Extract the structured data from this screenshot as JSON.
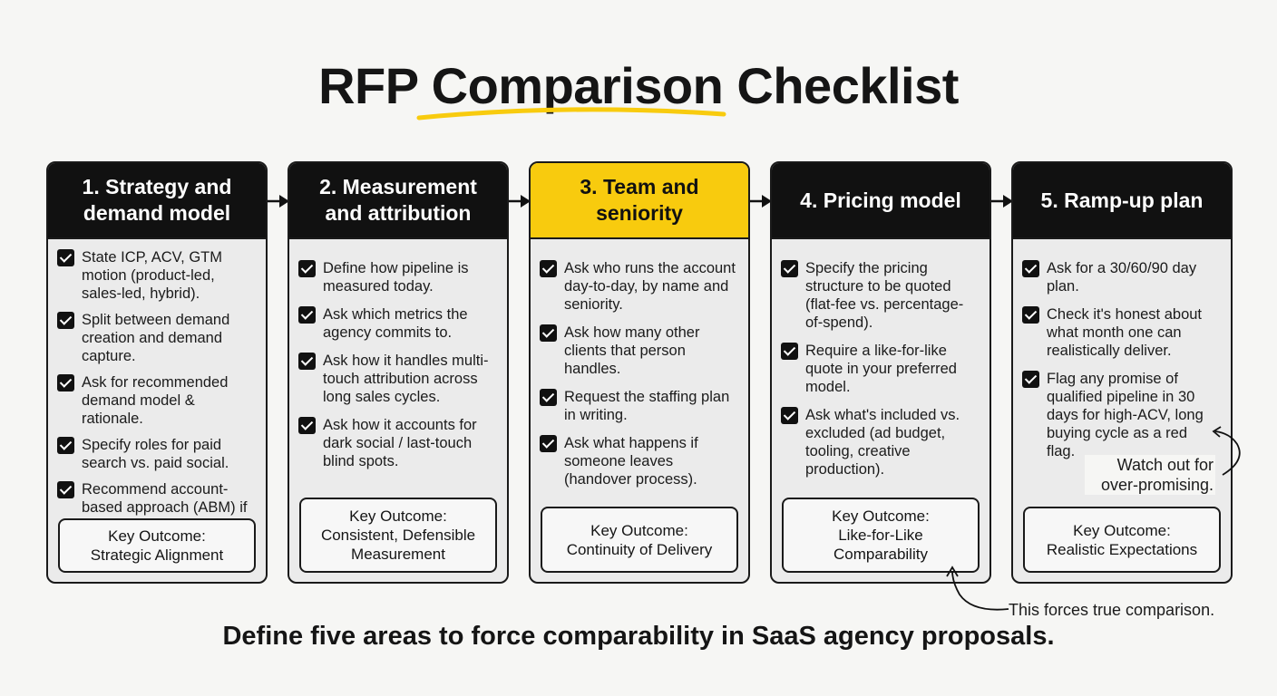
{
  "title": "RFP Comparison Checklist",
  "cards": [
    {
      "heading": "1. Strategy and demand model",
      "items": [
        "State ICP, ACV, GTM motion (product-led, sales-led, hybrid).",
        "Split between demand creation and demand capture.",
        "Ask for recommended demand model & rationale.",
        "Specify roles for paid search vs. paid social.",
        "Recommend account-based approach (ABM) if relevant."
      ],
      "outcome_label": "Key Outcome:",
      "outcome_value": "Strategic Alignment"
    },
    {
      "heading": "2. Measurement and attribution",
      "items": [
        "Define how pipeline is measured today.",
        "Ask which metrics the agency commits to.",
        "Ask how it handles multi-touch attribution across long sales cycles.",
        "Ask how it accounts for dark social / last-touch blind spots."
      ],
      "outcome_label": "Key Outcome:",
      "outcome_value": "Consistent, Defensible Measurement"
    },
    {
      "heading": "3. Team and seniority",
      "items": [
        "Ask who runs the account day-to-day, by name and seniority.",
        "Ask how many other clients that person handles.",
        "Request the staffing plan in writing.",
        "Ask what happens if someone leaves (handover process)."
      ],
      "outcome_label": "Key Outcome:",
      "outcome_value": "Continuity of Delivery"
    },
    {
      "heading": "4. Pricing model",
      "items": [
        "Specify the pricing structure to be quoted (flat-fee vs. percentage-of-spend).",
        "Require a like-for-like quote in your preferred model.",
        "Ask what's included vs. excluded (ad budget, tooling, creative production)."
      ],
      "outcome_label": "Key Outcome:",
      "outcome_value": "Like-for-Like Comparability"
    },
    {
      "heading": "5. Ramp-up plan",
      "items": [
        "Ask for a 30/60/90 day plan.",
        "Check it's honest about what month one can realistically deliver.",
        "Flag any promise of qualified pipeline in 30 days for high-ACV, long buying cycle as a red flag."
      ],
      "outcome_label": "Key Outcome:",
      "outcome_value": "Realistic Expectations"
    }
  ],
  "notes": {
    "overpromising": "Watch out for over-promising.",
    "comparison": "This forces true comparison."
  },
  "footer": "Define five areas to force comparability in SaaS agency proposals.",
  "colors": {
    "header_dark": "#111111",
    "highlight": "#f8cb0e",
    "card_bg": "#ebebeb",
    "page_bg": "#f6f6f4"
  }
}
